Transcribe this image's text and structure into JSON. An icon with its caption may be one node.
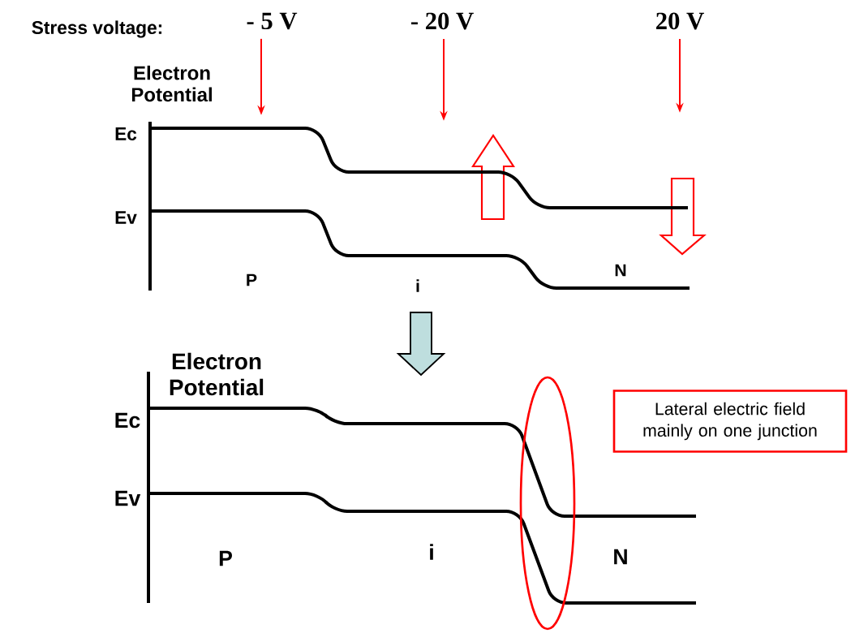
{
  "diagram": {
    "nodes": [
      {
        "text": [
          "- 5 V"
        ]
      },
      {
        "text": [
          "- 20 V"
        ]
      },
      {
        "text": [
          "20 V"
        ]
      },
      {
        "text": [],
        "shape": "curve"
      },
      {
        "text": [],
        "shape": "ellipse"
      },
      {
        "text": [
          "Lateral electric field mainly on one junction"
        ]
      }
    ],
    "edges": [
      {
        "from": 0,
        "to": 3,
        "arrow": "to"
      },
      {
        "from": 1,
        "to": 3,
        "arrow": "to"
      },
      {
        "from": 2,
        "to": 3,
        "arrow": "to"
      }
    ],
    "labels": [
      "Stress voltage:",
      "Electron Potential",
      "Ec",
      "Ev",
      "P",
      "i",
      "N",
      "Electron Potential",
      "Ec",
      "Ev",
      "P",
      "i",
      "N"
    ]
  }
}
